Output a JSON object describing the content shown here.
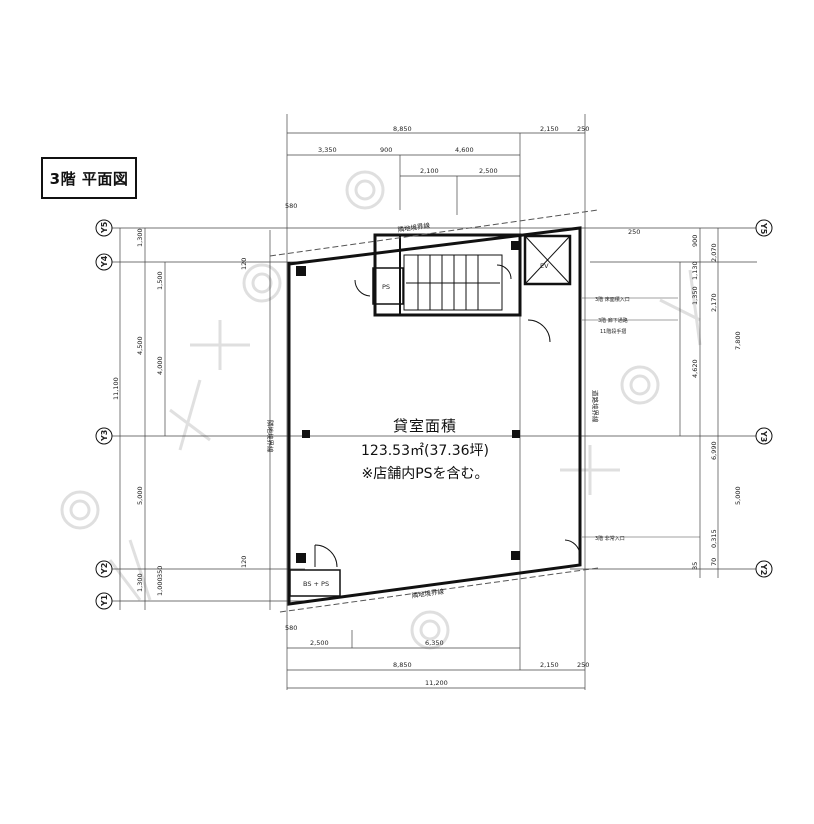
{
  "title": "3階 平面図",
  "area": {
    "line1": "貸室面積",
    "line2": "123.53㎡(37.36坪)",
    "line3": "※店舗内PSを含む。"
  },
  "axes": {
    "y5": "Y5",
    "y4": "Y4",
    "y3": "Y3",
    "y2": "Y2",
    "y1": "Y1"
  },
  "dims_top": {
    "d8850": "8,850",
    "d2150": "2,150",
    "d250": "250",
    "d3350": "3,350",
    "d900": "900",
    "d4600": "4,600",
    "d2100": "2,100",
    "d2500": "2,500"
  },
  "dims_bottom": {
    "d2500": "2,500",
    "d6350": "6,350",
    "d8850": "8,850",
    "d2150": "2,150",
    "d250": "250",
    "d11200": "11,200"
  },
  "dims_left": {
    "d1300": "1,300",
    "d1500": "1,500",
    "d4500": "4,500",
    "d4000": "4,000",
    "d11100": "11,100",
    "d5000": "5,000",
    "d1300b": "1,300",
    "d1000": "1,000",
    "d350": "350",
    "d580a": "580",
    "d580b": "580",
    "d120a": "120",
    "d120b": "120"
  },
  "dims_right": {
    "d900": "900",
    "d2070": "2,070",
    "d1130": "1,130",
    "d1350": "1,350",
    "d2170": "2,170",
    "d7800": "7,800",
    "d4620": "4,620",
    "d6990": "6,990",
    "d5000": "5,000",
    "d0315": "0,315",
    "d35": "35",
    "d70": "70",
    "d250": "250"
  },
  "room_labels": {
    "ps": "PS",
    "ev": "EV",
    "bs_ps": "BS + PS",
    "boundary_top": "隣地境界線",
    "boundary_bottom": "隣地境界線",
    "boundary_left": "隣地境界線",
    "boundary_right": "道路境界線"
  },
  "notes": {
    "n1": "3階 床面積入口",
    "n2": "3階 廊下通路",
    "n3": "11階段手摺",
    "n4": "3階 非常入口"
  },
  "colors": {
    "line": "#222222",
    "wall": "#111111",
    "hatch": "#bdbdbd",
    "background": "#ffffff"
  }
}
